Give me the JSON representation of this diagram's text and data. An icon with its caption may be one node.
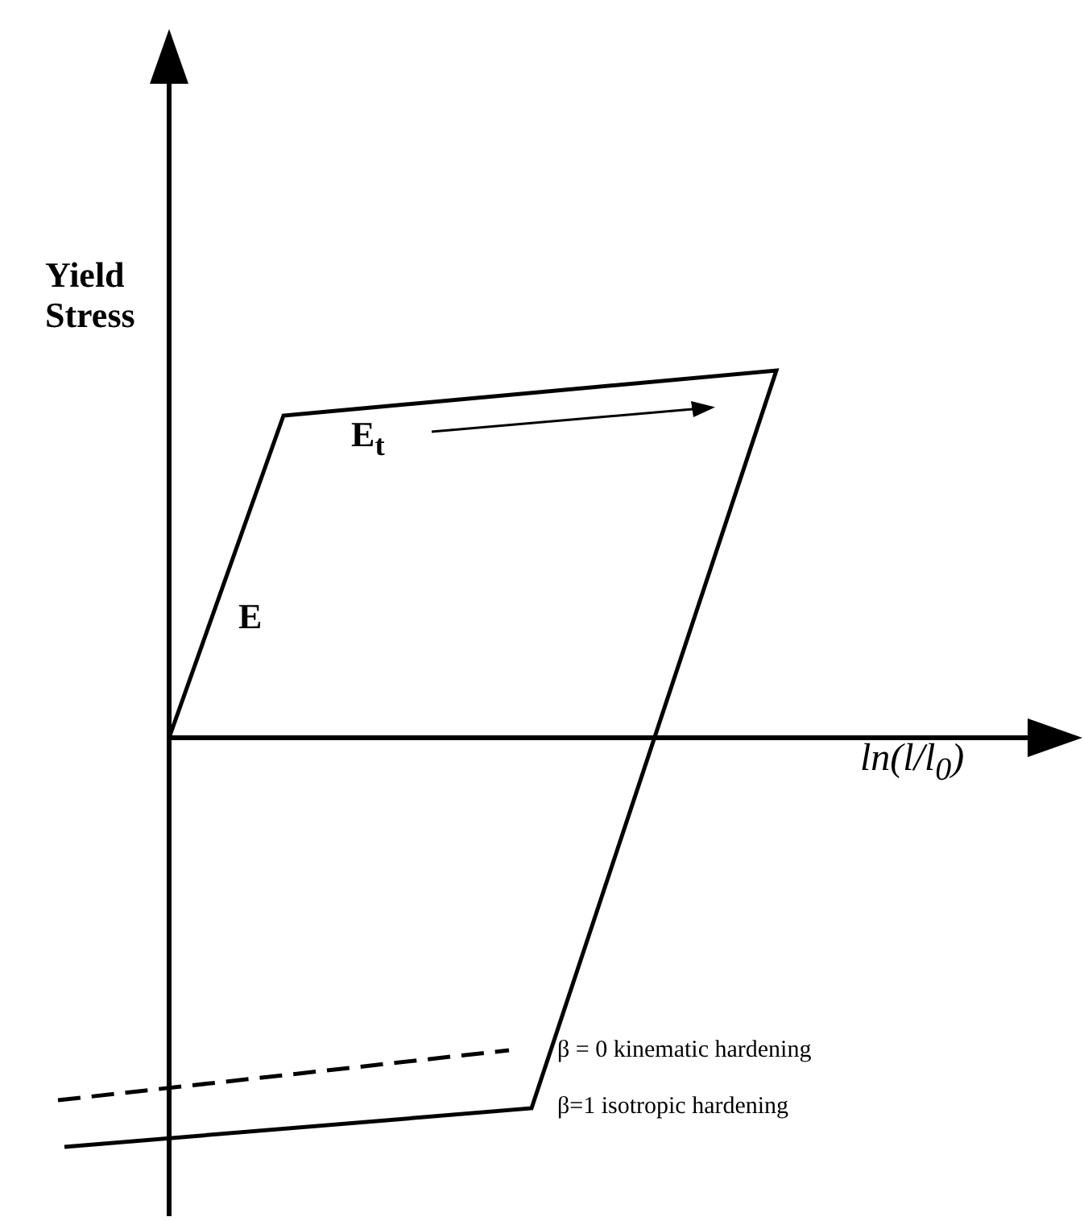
{
  "diagram": {
    "labels": [
      "Yield Stress",
      "E$_{t}$",
      "E",
      "ln(l/l$_{0}$)",
      "β = 0 kinematic hardening",
      "β=1 isotropic hardening"
    ]
  }
}
